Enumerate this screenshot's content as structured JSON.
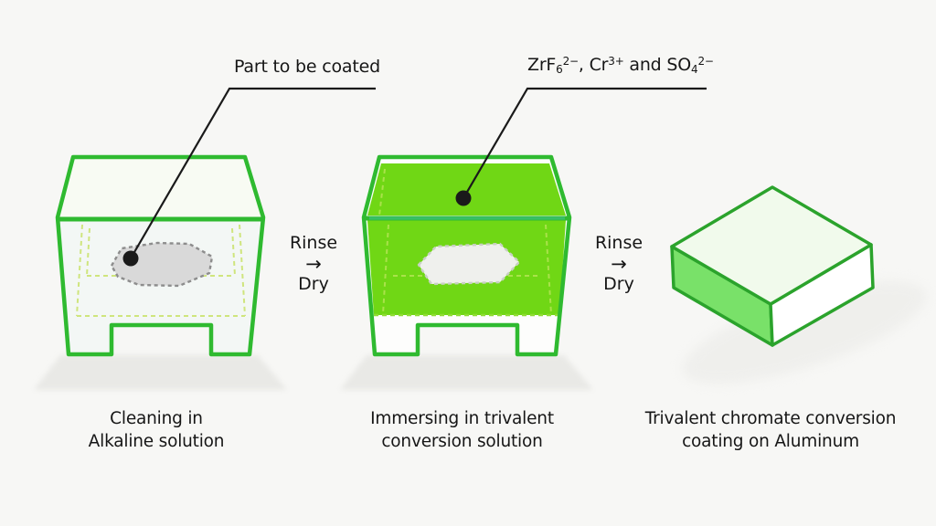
{
  "annotations": {
    "part_label": "Part to be coated",
    "chem_label": {
      "t1": "ZrF",
      "sub1": "6",
      "sup1": "2−",
      "t2": ", Cr",
      "sup2": "3+",
      "t3": " and SO",
      "sub2": "4",
      "sup3": "2−"
    }
  },
  "transitions": [
    {
      "line1": "Rinse",
      "arrow": "→",
      "line2": "Dry"
    },
    {
      "line1": "Rinse",
      "arrow": "→",
      "line2": "Dry"
    }
  ],
  "captions": [
    {
      "line1": "Cleaning in",
      "line2": "Alkaline solution"
    },
    {
      "line1": "Immersing in trivalent",
      "line2": "conversion solution"
    },
    {
      "line1": "Trivalent chromate conversion",
      "line2": "coating on Aluminum"
    }
  ],
  "colors": {
    "bg": "#f7f7f5",
    "green": "#2fba30",
    "green-dark": "#2ba32c",
    "liquid": "#70d715",
    "rim-teal": "#38bf68",
    "dash-yellow": "#cfe57d",
    "liquid-dash": "#a9e24a",
    "box-top": "#f1faec",
    "box-left": "#79e169",
    "tank-interior": "#f3f7f5",
    "part-gray": "#d9d9d9",
    "part-gray-border": "#8d8d8d",
    "part-white": "#eff0ed",
    "part-white-border": "#c9cfc5",
    "shadow": "#e9e9e6",
    "text": "#161616",
    "leader": "#1a1a1a"
  }
}
